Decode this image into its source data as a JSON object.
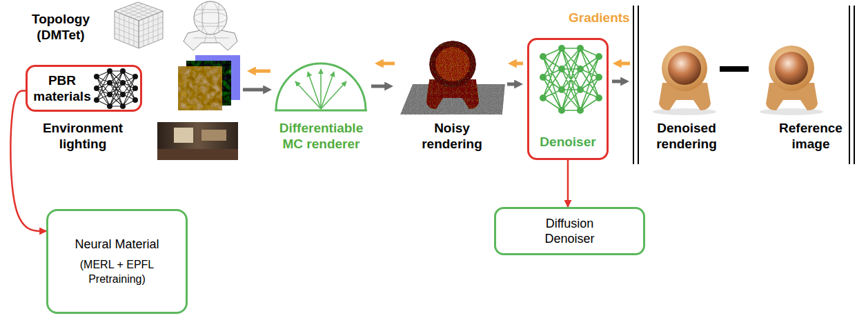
{
  "diagram": {
    "nodes": [
      {
        "text": [
          "PBR materials"
        ]
      },
      {
        "text": [
          "Denoiser"
        ]
      },
      {
        "text": [
          "Neural Material",
          "(MERL + EPFL Pretraining)"
        ]
      },
      {
        "text": [
          "Diffusion Denoiser"
        ]
      }
    ],
    "edges": [
      {
        "from": 0,
        "to": 2,
        "arrow": "to"
      },
      {
        "from": 1,
        "to": 3,
        "arrow": "to"
      }
    ],
    "labels": [
      "Topology (DMTet)",
      "Environment lighting",
      "Differentiable MC renderer",
      "Noisy rendering",
      "Gradients",
      "Denoised rendering",
      "Reference image"
    ]
  }
}
